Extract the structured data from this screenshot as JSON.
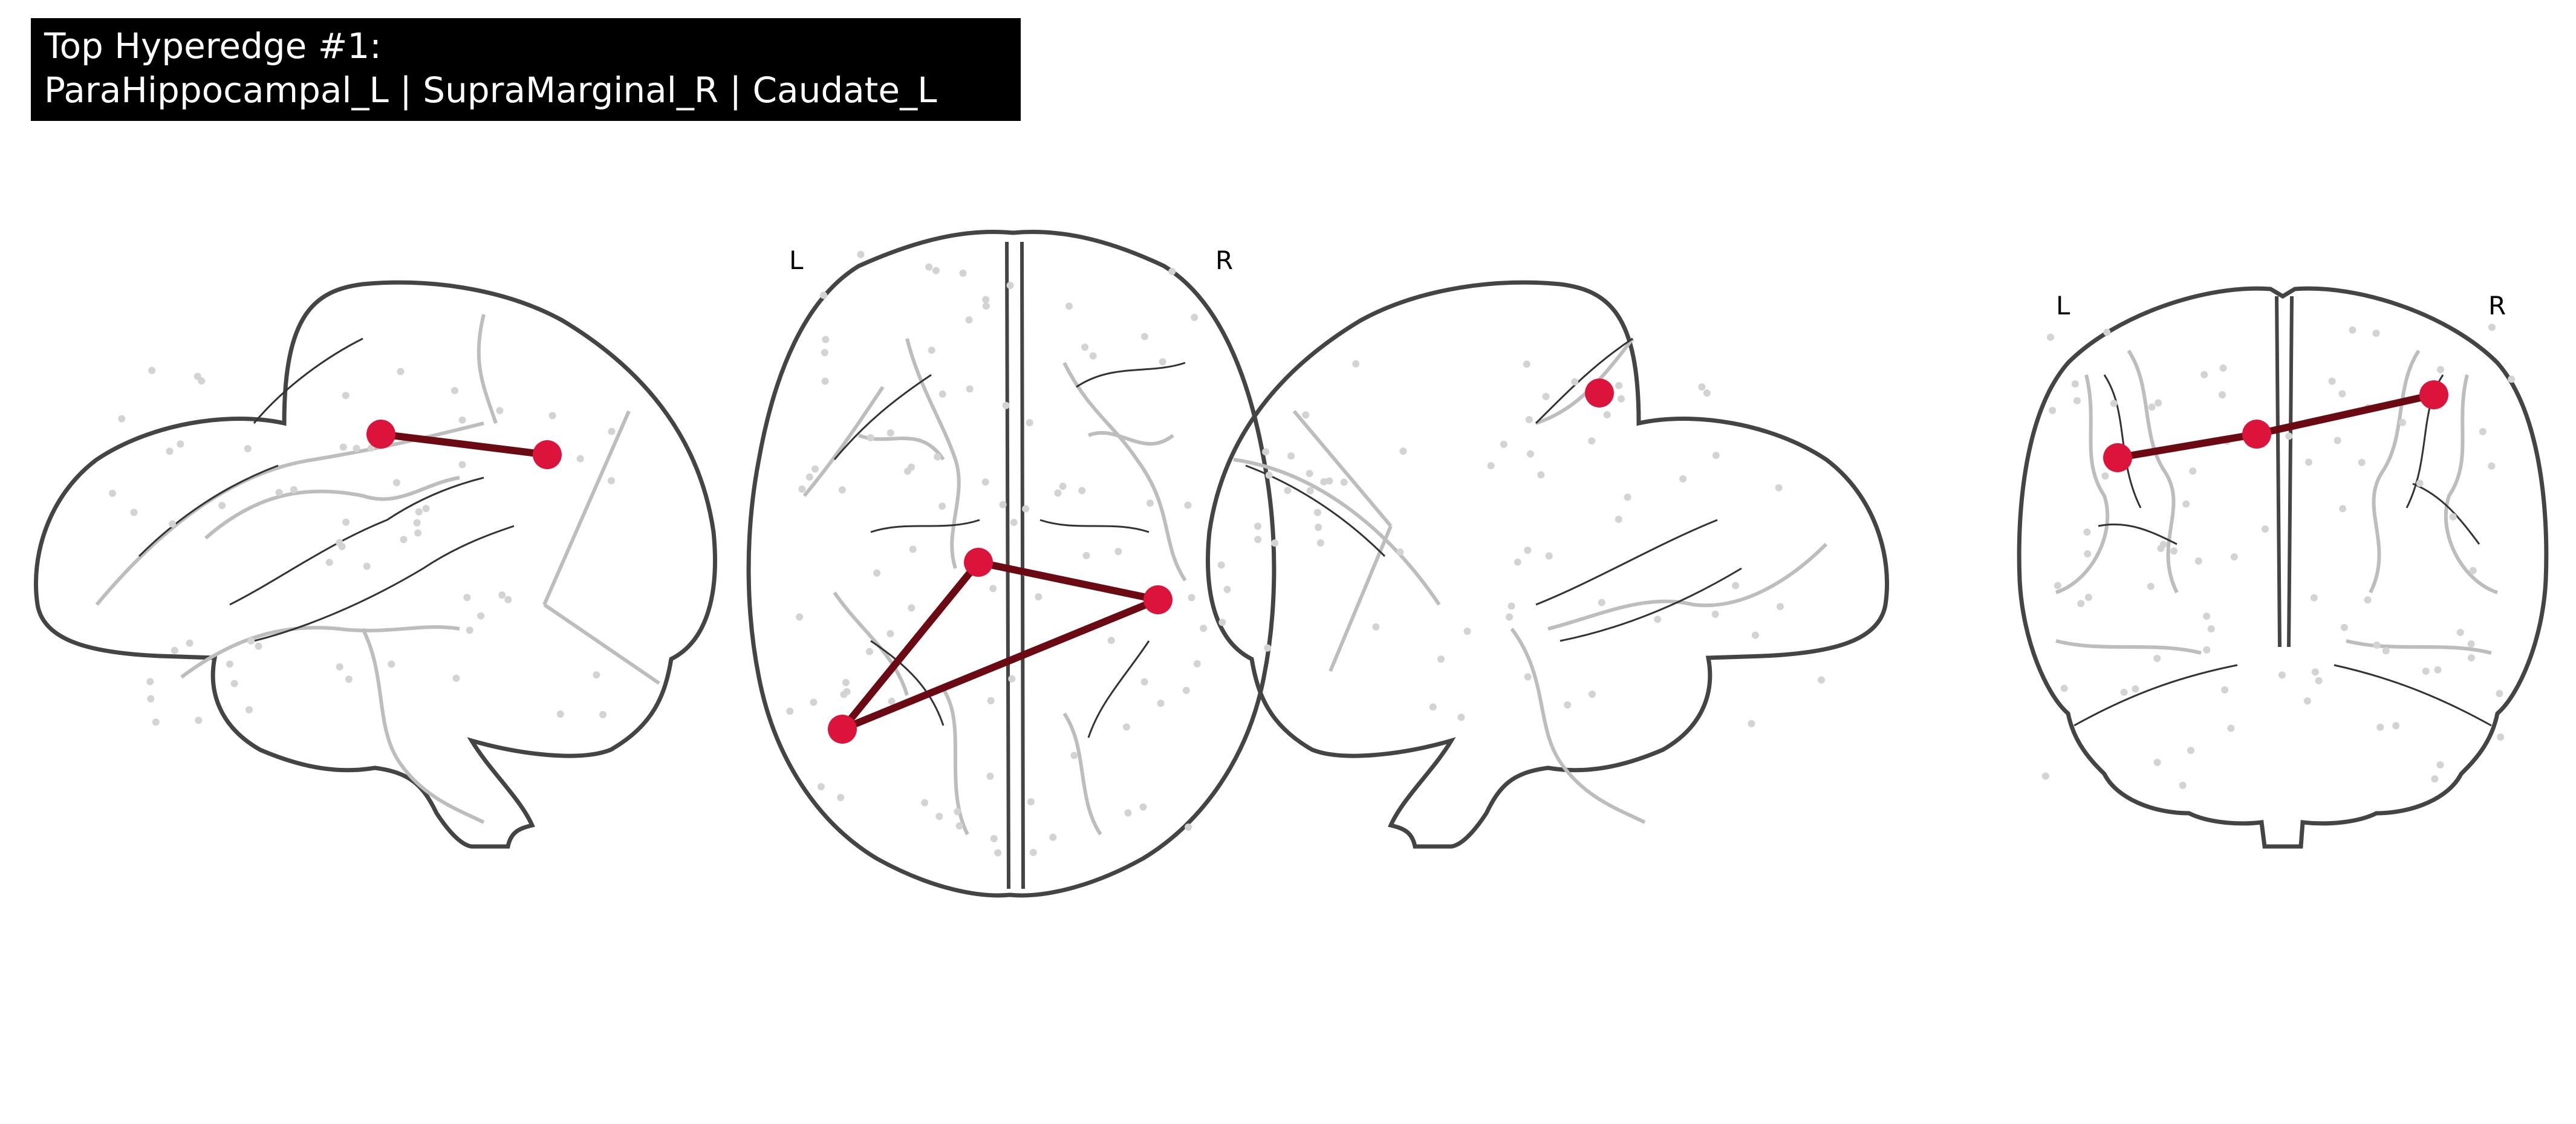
{
  "title": {
    "line1": "Top Hyperedge #1:",
    "line2": "ParaHippocampal_L | SupraMarginal_R | Caudate_L"
  },
  "views": {
    "axial": {
      "left_label": "L",
      "right_label": "R"
    },
    "coronal": {
      "left_label": "L",
      "right_label": "R"
    }
  },
  "colors": {
    "node": "#dc143c",
    "edge": "#6b0a13",
    "outline": "#444444",
    "background_contour": "#bdbdbd",
    "sulcus_line": "#333333",
    "background_nodes": "#d3d3d3",
    "title_background": "#000000",
    "title_text": "#ffffff"
  }
}
